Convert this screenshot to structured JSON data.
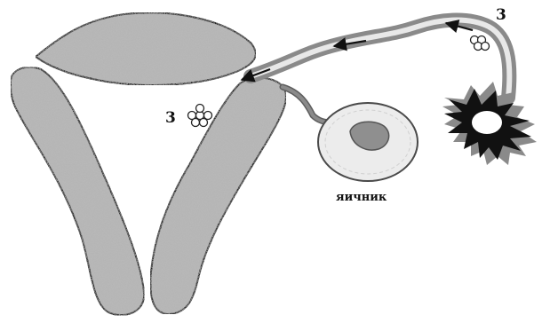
{
  "labels": {
    "egg_top": "3",
    "egg_left": "3",
    "ovary": "яичник"
  },
  "colors": {
    "tissue": "#b8b8b8",
    "tissue_outline": "#202020",
    "tube": "#8a8a8a",
    "tube_light": "#d2d2d2",
    "ovary_fill": "#ececec",
    "ovary_core": "#8f8f8f",
    "follicle_dark": "#111111",
    "arrow": "#111111"
  },
  "icons": [
    "egg-cell-cluster-icon",
    "arrow-icon"
  ]
}
